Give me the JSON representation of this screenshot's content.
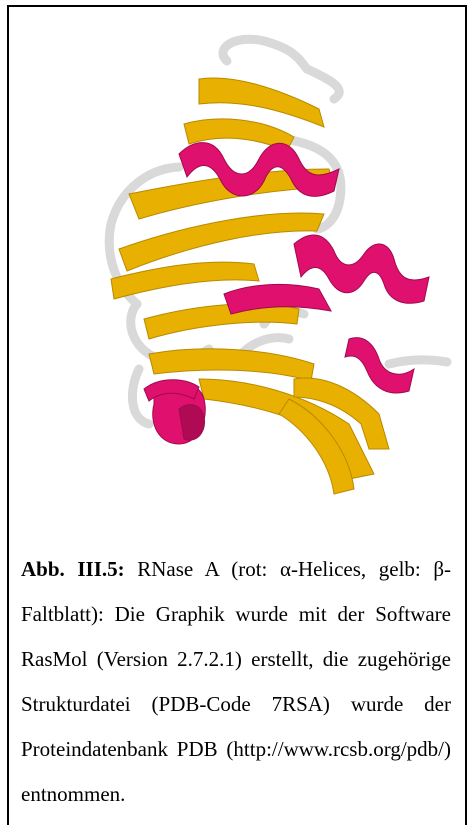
{
  "figure": {
    "image_description_icon": "protein-ribbon-structure",
    "colors": {
      "helix": "#e0106e",
      "sheet": "#e8b000",
      "coil": "#d8d8d8"
    }
  },
  "caption": {
    "label": "Abb. III.5:",
    "text": " RNase A (rot: α-Helices, gelb: β-Faltblatt): Die Graphik wurde mit der Software RasMol (Version 2.7.2.1) erstellt, die zugehörige Strukturdatei (PDB-Code 7RSA) wurde der Proteindatenbank PDB (http://www.rcsb.org/pdb/) entnommen."
  }
}
